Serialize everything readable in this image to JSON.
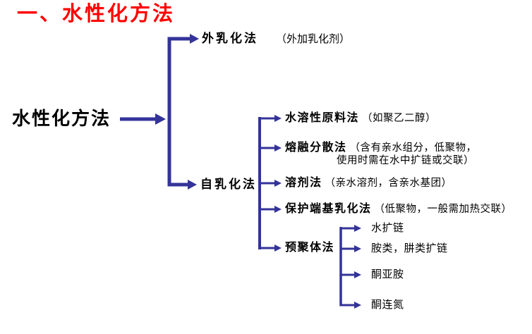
{
  "title": "一、水性化方法",
  "root_label": "水性化方法",
  "branches": {
    "external": {
      "label": "外乳化法",
      "note": "（外加乳化剂）"
    },
    "self": {
      "label": "自乳化法"
    }
  },
  "self_methods": [
    {
      "label": "水溶性原料法",
      "note": "（如聚乙二醇）"
    },
    {
      "label": "熔融分散法",
      "note": "（含有亲水组分，低聚物，",
      "note_line2": "使用时需在水中扩链或交联）"
    },
    {
      "label": "溶剂法",
      "note": "（亲水溶剂，含亲水基团）"
    },
    {
      "label": "保护端基乳化法",
      "note": "（低聚物，一般需加热交联）"
    },
    {
      "label": "预聚体法"
    }
  ],
  "prepolymer_methods": [
    {
      "label": "水扩链"
    },
    {
      "label": "胺类，肼类扩链"
    },
    {
      "label": "酮亚胺"
    },
    {
      "label": "酮连氮"
    }
  ],
  "colors": {
    "title": "#ff0000",
    "line": "#333399",
    "text": "#000000",
    "background": "#ffffff"
  }
}
